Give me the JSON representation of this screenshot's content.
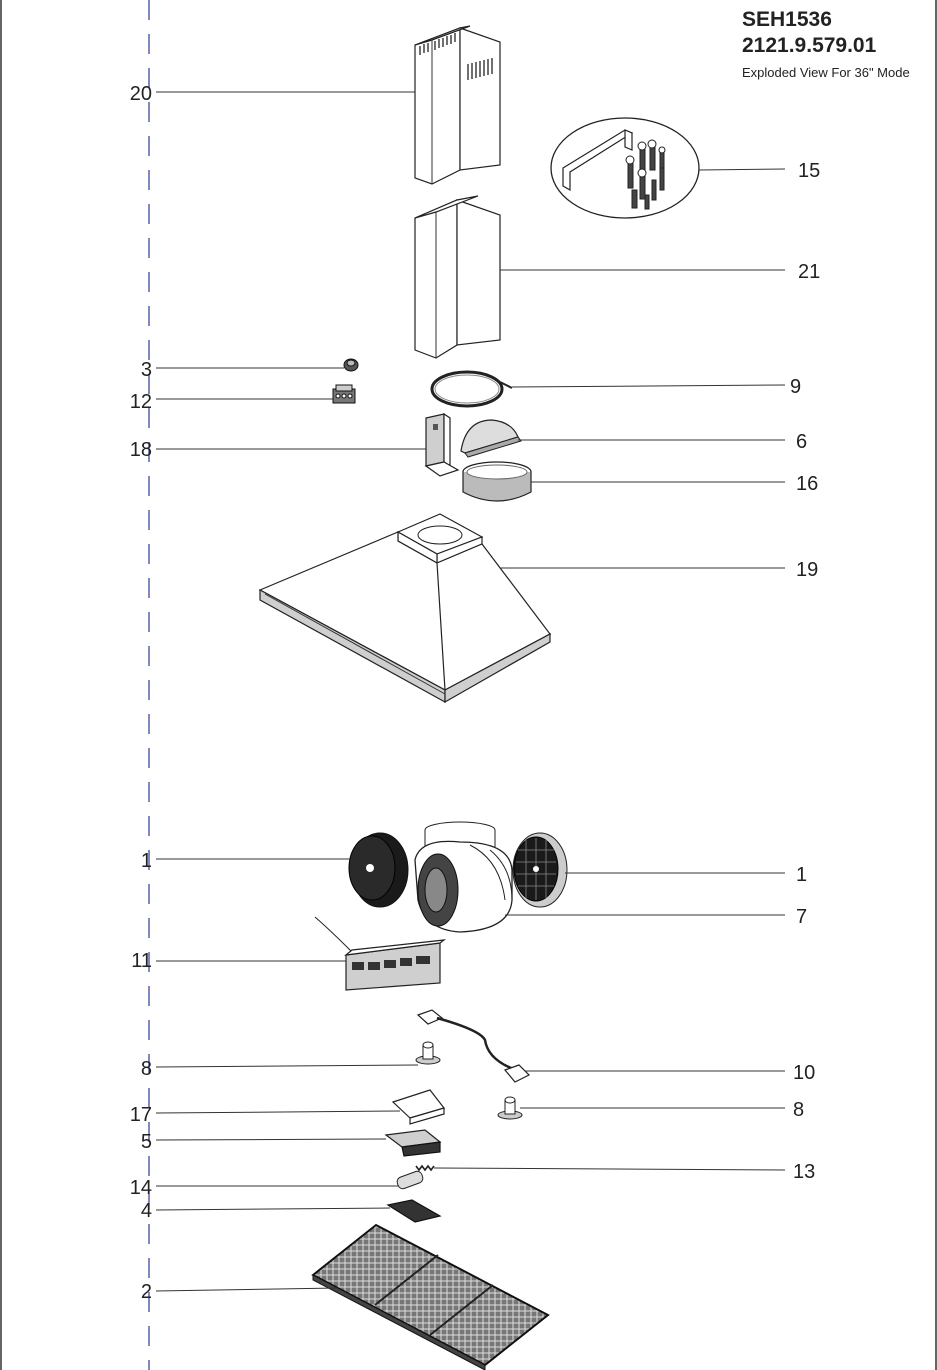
{
  "header": {
    "model": "SEH1536",
    "part_number": "2121.9.579.01",
    "caption": "Exploded View For 36\" Mode"
  },
  "callouts": {
    "c20": "20",
    "c15": "15",
    "c21": "21",
    "c3": "3",
    "c12": "12",
    "c9": "9",
    "c18": "18",
    "c6": "6",
    "c16": "16",
    "c19": "19",
    "c1_left": "1",
    "c1_right": "1",
    "c7": "7",
    "c11": "11",
    "c8_left": "8",
    "c10": "10",
    "c17": "17",
    "c8_right": "8",
    "c5": "5",
    "c13": "13",
    "c14": "14",
    "c4": "4",
    "c2": "2"
  }
}
